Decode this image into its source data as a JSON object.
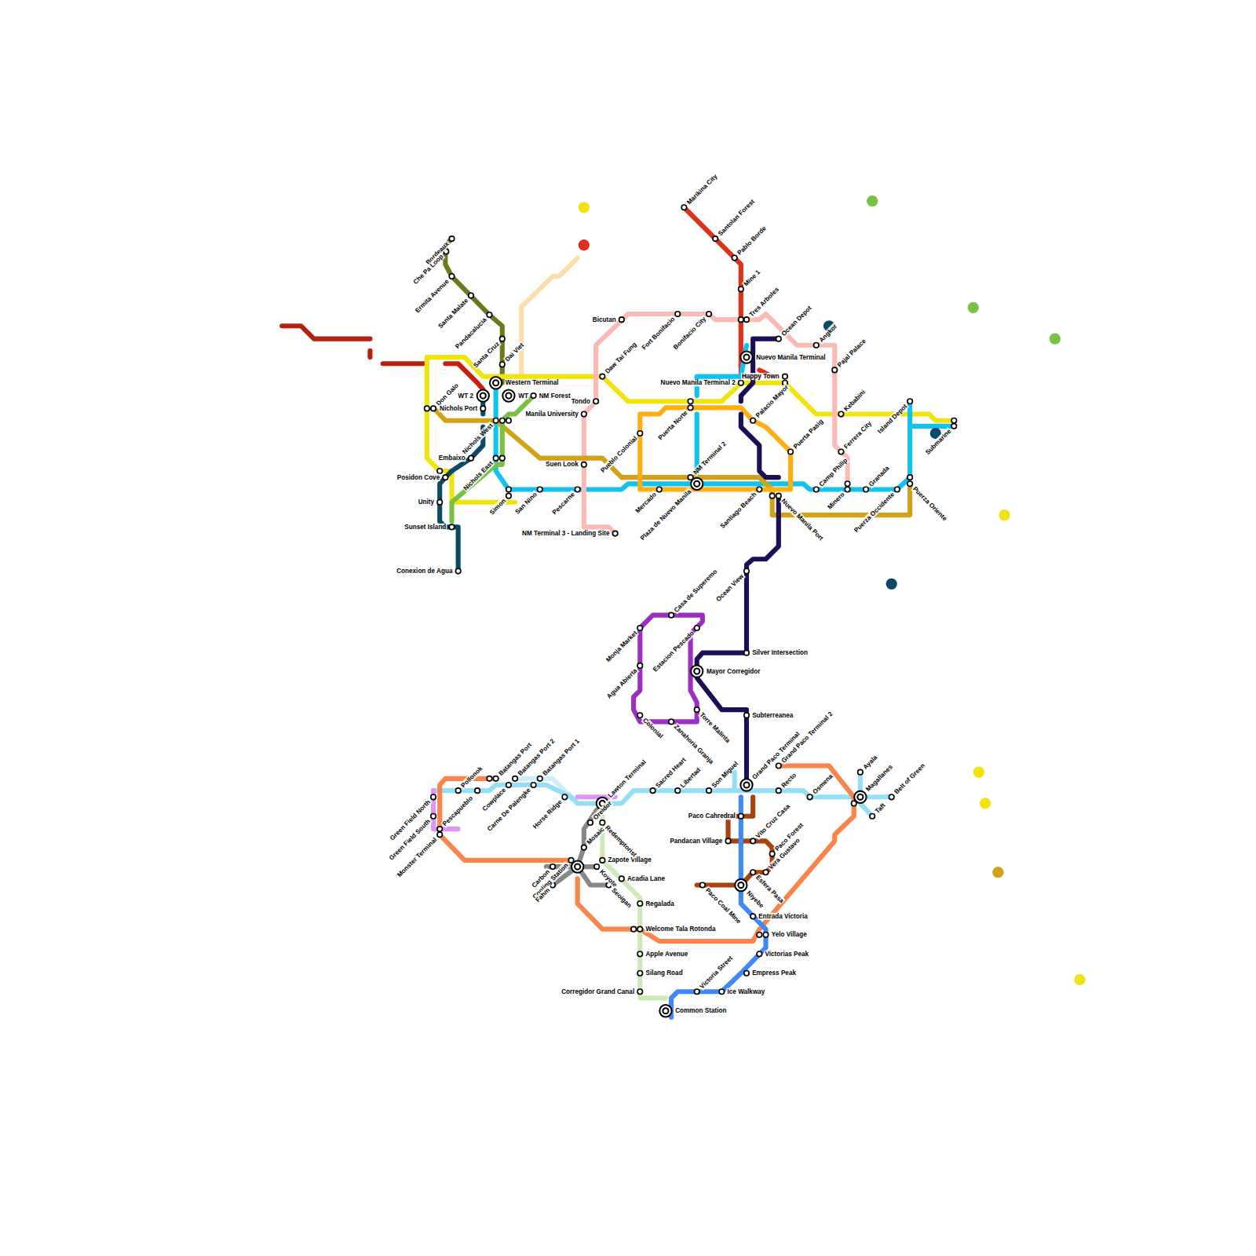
{
  "diagram": {
    "labels": [
      "Marikina City",
      "Santolan Forest",
      "Pablo Borde",
      "Mine 1",
      "Tres Arboles",
      "Bicutan",
      "Fort Bonifacio",
      "Bonifacio City",
      "Ocean Depot",
      "Angkor",
      "Nuevo Manila Terminal",
      "Pajal Palace",
      "Happy Town",
      "Nuevo Manila Terminal 2",
      "Palacio Mayor",
      "Daw Tai Fung",
      "Tondo",
      "Manila University",
      "Puerta Norte",
      "Pueblo Colonial",
      "Kebabini",
      "Island Depot",
      "Submarine",
      "Puerta Pasig",
      "Ferrera City",
      "Suen Look",
      "NM Terminal 2",
      "Plaza de Nuevo Manila",
      "Mercado",
      "Pescarne",
      "Santiago Beach",
      "Nuevo Manila Port",
      "Camp Philip",
      "Minero",
      "Granada",
      "Puerza Occidente",
      "Puerza Oriente",
      "NM Terminal 3 - Landing Site",
      "Bordeaux",
      "Che Pa Loop",
      "Ermita Avenue",
      "Santa Malate",
      "Pandacalucia",
      "Santa Cruz",
      "Dai Viet",
      "Western Terminal",
      "WT 2",
      "WT",
      "NM Forest",
      "Don Galo",
      "Nichols Port",
      "Nichols West",
      "Embaixo",
      "Nichols East",
      "Posidon Cove",
      "Unity",
      "Simon",
      "San Nino",
      "Sunset Island",
      "Conexion de Agua",
      "Ocean View",
      "Casa de Superemo",
      "Monja Market",
      "Estacion Pescado",
      "Silver Intersection",
      "Agua Abierta",
      "Mayor Corregidor",
      "Torre Malinta",
      "Subterreanea",
      "Colonial",
      "Zanahoria Granja",
      "Green Field North",
      "Green Field South",
      "Monster Terminal",
      "Pescapueblo",
      "Pollonok",
      "Batangas Port",
      "Cowplace",
      "Batangas Port 2",
      "Carne De Palengke",
      "Batangas Port 1",
      "Horse Ridge",
      "Lawton Terminal",
      "Sacred Heart",
      "Libertad",
      "Son Miguel",
      "Grand Paco Terminal",
      "Grand Paco Terminal 2",
      "Recto",
      "Osmena",
      "Ayala",
      "Magallanes",
      "Taft",
      "Belt of Green",
      "Paco Cahredral",
      "Vito Cruz Casa",
      "Pandacan Village",
      "Paco Forest",
      "Vera Gustavo",
      "Esfera Pasa",
      "Niyebe",
      "Paco Coal Mine",
      "Entrada Victoria",
      "Yelo Village",
      "Victorias Peak",
      "Empress Peak",
      "Ice Walkway",
      "Victoria Street",
      "Common Station",
      "Corregidor Grand Canal",
      "Silang Road",
      "Apple Avenue",
      "Welcome Tala Rotonda",
      "Regalada",
      "Acadia Lane",
      "Zapote Village",
      "Redemptorist",
      "Oreidor",
      "Mosaic",
      "Cooling Station",
      "Carbon",
      "Fahm",
      "Koyote",
      "Seoigan"
    ]
  }
}
